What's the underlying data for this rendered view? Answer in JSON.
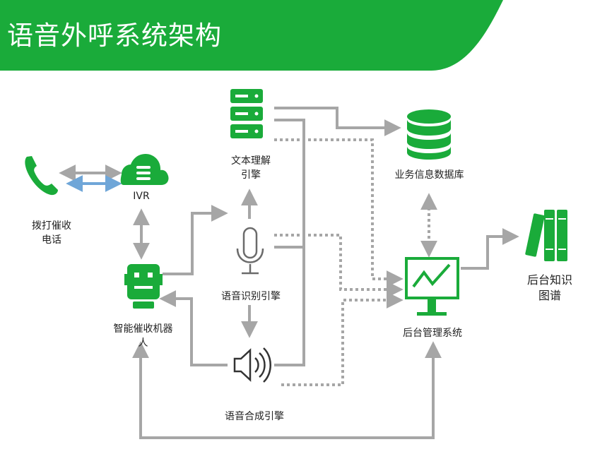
{
  "title": "语音外呼系统架构",
  "colors": {
    "accent": "#1aab3a",
    "arrow_gray": "#a6a6a6",
    "arrow_blue": "#6fa6d8"
  },
  "nodes": {
    "phone": {
      "label_line1": "拨打催收",
      "label_line2": "电话",
      "icon": "phone-icon"
    },
    "ivr": {
      "label": "IVR",
      "icon": "cloud-icon"
    },
    "robot": {
      "label_line1": "智能催收机器",
      "label_line2": "人",
      "icon": "robot-icon"
    },
    "nlu": {
      "label_line1": "文本理解",
      "label_line2": "引擎",
      "icon": "server-icon"
    },
    "asr": {
      "label": "语音识别引擎",
      "icon": "microphone-icon"
    },
    "tts": {
      "label": "语音合成引擎",
      "icon": "speaker-icon"
    },
    "database": {
      "label": "业务信息数据库",
      "icon": "database-icon"
    },
    "backend": {
      "label": "后台管理系统",
      "icon": "monitor-chart-icon"
    },
    "knowledge": {
      "label_line1": "后台知识",
      "label_line2": "图谱",
      "icon": "books-icon"
    }
  }
}
